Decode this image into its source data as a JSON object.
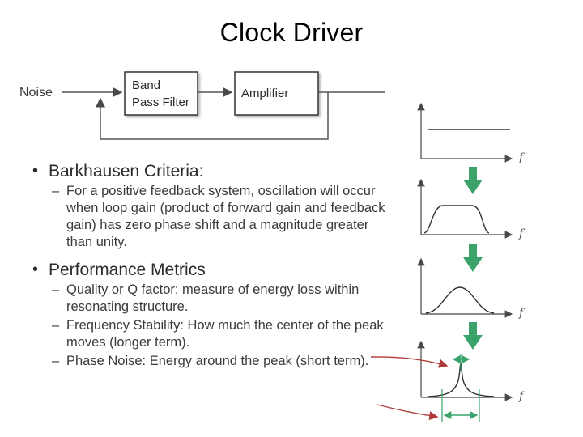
{
  "title": "Clock Driver",
  "diagram": {
    "noise_label": "Noise",
    "filter_label_line1": "Band",
    "filter_label_line2": "Pass Filter",
    "amplifier_label": "Amplifier",
    "axis_label": "f"
  },
  "bullets": [
    {
      "heading": "Barkhausen Criteria:",
      "items": [
        "For a positive feedback system, oscillation will occur when loop gain (product of forward gain and feedback gain) has zero phase shift and a magnitude greater than unity."
      ]
    },
    {
      "heading": "Performance Metrics",
      "items": [
        "Quality or Q factor: measure of energy loss within resonating structure.",
        "Frequency Stability: How much the center of the peak moves (longer term).",
        "Phase Noise: Energy around the peak (short term)."
      ]
    }
  ],
  "colors": {
    "arrow_green": "#3aa36a",
    "annotation_red": "#b03a3a"
  }
}
